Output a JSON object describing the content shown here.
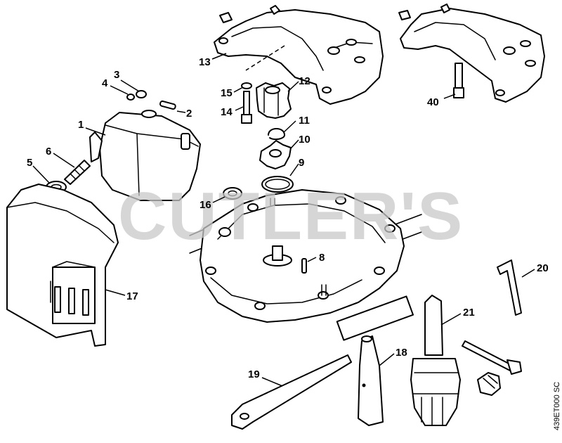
{
  "watermark": "CUTLER'S",
  "drawing_code": "439ET000 SC",
  "parts": [
    {
      "number": "1"
    },
    {
      "number": "2"
    },
    {
      "number": "3"
    },
    {
      "number": "4"
    },
    {
      "number": "5"
    },
    {
      "number": "6"
    },
    {
      "number": "8"
    },
    {
      "number": "9"
    },
    {
      "number": "10"
    },
    {
      "number": "11"
    },
    {
      "number": "12"
    },
    {
      "number": "13"
    },
    {
      "number": "14"
    },
    {
      "number": "15"
    },
    {
      "number": "16"
    },
    {
      "number": "17"
    },
    {
      "number": "18"
    },
    {
      "number": "19"
    },
    {
      "number": "20"
    },
    {
      "number": "21"
    },
    {
      "number": "40"
    }
  ]
}
